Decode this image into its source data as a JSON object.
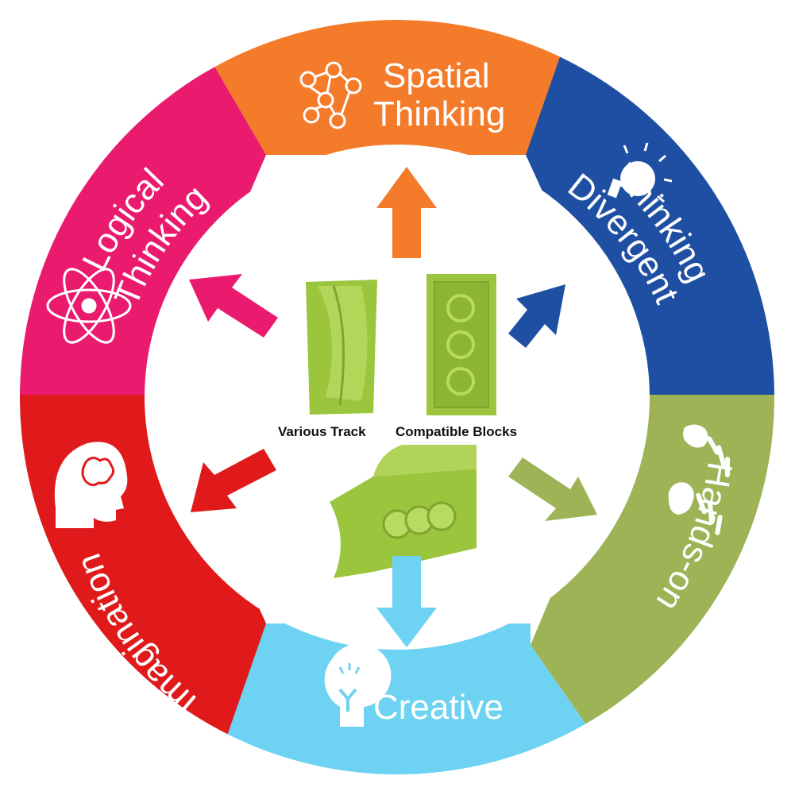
{
  "colors": {
    "spatial": "#F47B2A",
    "divergent": "#1E4FA3",
    "hands_on": "#9DB355",
    "creative": "#6ED3F2",
    "imagination": "#E01A1A",
    "logical": "#EA1A6E",
    "block_green": "#9BC53D"
  },
  "segments": {
    "spatial": {
      "line1": "Spatial",
      "line2": "Thinking",
      "icon": "network-icon"
    },
    "divergent": {
      "line1": "Divergent",
      "line2": "Thinking",
      "icon": "lightbulb-icon"
    },
    "hands_on": {
      "label": "Hands-on",
      "icon": "handprints-icon"
    },
    "creative": {
      "label": "Creative",
      "icon": "creative-bulb-icon"
    },
    "imagination": {
      "label": "Imagination",
      "icon": "head-brain-icon"
    },
    "logical": {
      "line1": "Logical",
      "line2": "Thinking",
      "icon": "atom-icon"
    }
  },
  "center": {
    "track_caption": "Various Track",
    "blocks_caption": "Compatible Blocks"
  }
}
